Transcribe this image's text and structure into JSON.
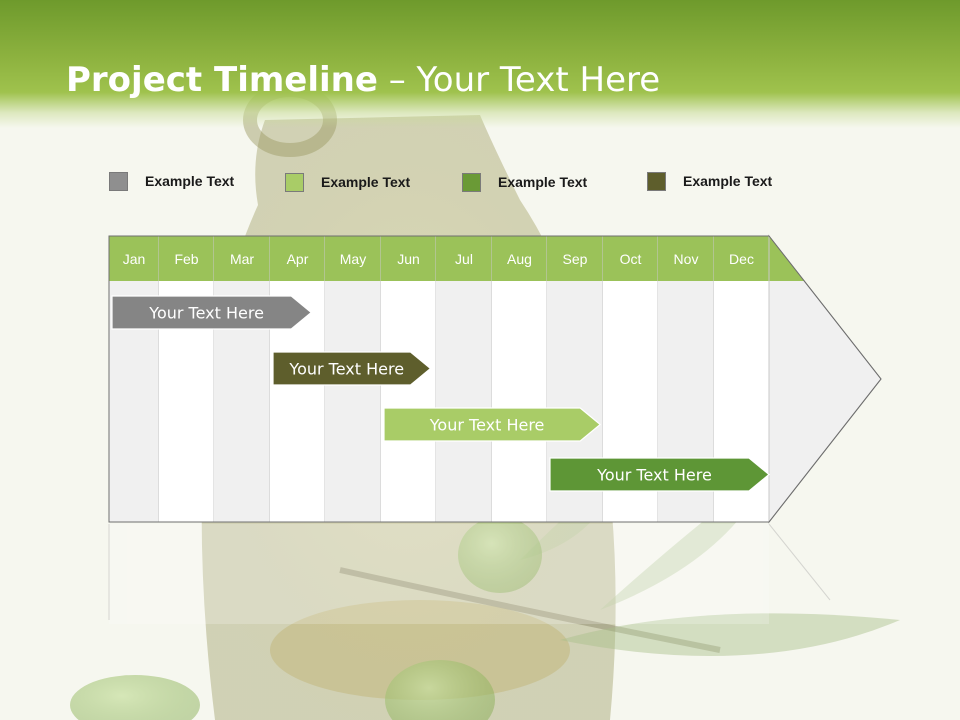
{
  "title": {
    "bold": "Project Timeline",
    "rest": " – Your Text Here"
  },
  "legend": [
    {
      "label": "Example Text",
      "color": "#8f8f8f"
    },
    {
      "label": "Example Text",
      "color": "#a9cc67"
    },
    {
      "label": "Example Text",
      "color": "#6a9a36"
    },
    {
      "label": "Example Text",
      "color": "#5e5e2c"
    }
  ],
  "months": [
    "Jan",
    "Feb",
    "Mar",
    "Apr",
    "May",
    "Jun",
    "Jul",
    "Aug",
    "Sep",
    "Oct",
    "Nov",
    "Dec"
  ],
  "tasks": [
    {
      "label": "Your  Text Here",
      "start": 0,
      "end": 3.75,
      "color": "#858585"
    },
    {
      "label": "Your  Text Here",
      "start": 3,
      "end": 5.9,
      "color": "#5e5e2c"
    },
    {
      "label": "Your  Text Here",
      "start": 5,
      "end": 8.95,
      "color": "#a9cc67"
    },
    {
      "label": "Your  Text Here",
      "start": 8,
      "end": 12,
      "color": "#5e9636"
    }
  ],
  "colors": {
    "header_green": "#9bc259",
    "month_text": "#ffffff",
    "col_light": "#f0f0f0",
    "col_white": "#ffffff"
  }
}
